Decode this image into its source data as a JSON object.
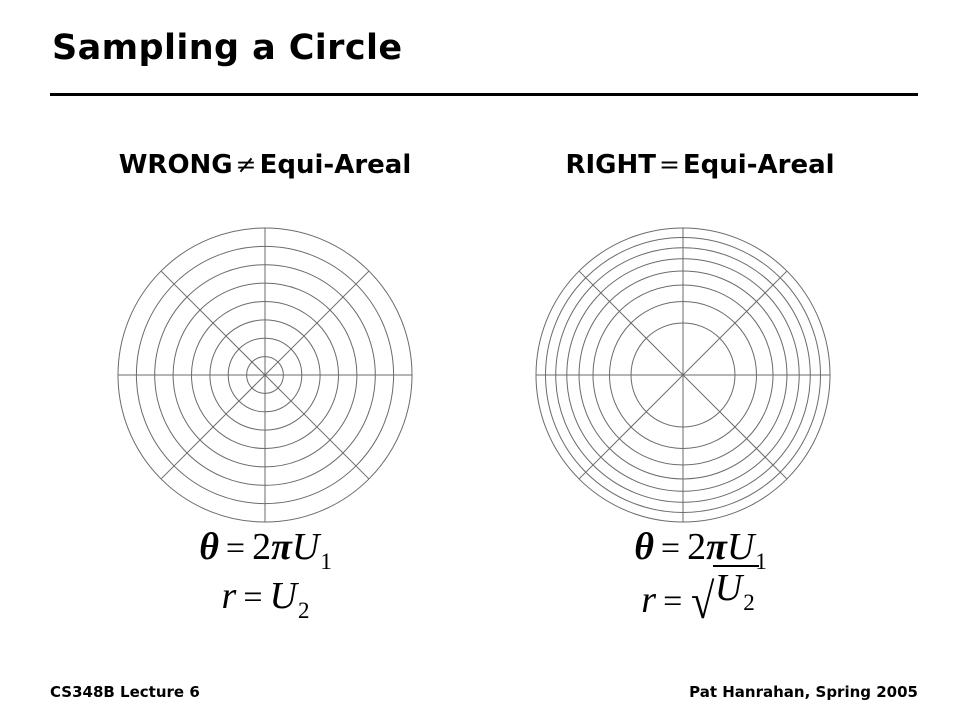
{
  "slide": {
    "title": "Sampling a Circle",
    "background_color": "#ffffff",
    "text_color": "#000000",
    "rule_color": "#000000",
    "diagram_line_color": "#6b6b6b"
  },
  "columns": {
    "left": {
      "heading_prefix": "WRONG",
      "heading_operator": "≠",
      "heading_suffix": "Equi-Areal",
      "formula_theta": {
        "lhs": "θ",
        "eq": "=",
        "coef": "2",
        "pi": "π",
        "var": "U",
        "sub": "1"
      },
      "formula_r": {
        "lhs": "r",
        "eq": "=",
        "var": "U",
        "sub": "2",
        "sqrt": false
      }
    },
    "right": {
      "heading_prefix": "RIGHT",
      "heading_operator": "=",
      "heading_suffix": "Equi-Areal",
      "formula_theta": {
        "lhs": "θ",
        "eq": "=",
        "coef": "2",
        "pi": "π",
        "var": "U",
        "sub": "1"
      },
      "formula_r": {
        "lhs": "r",
        "eq": "=",
        "radical": "√",
        "var": "U",
        "sub": "2",
        "sqrt": true
      }
    }
  },
  "chart_data": [
    {
      "type": "polar-grid",
      "name": "wrong-uniform-radius",
      "title": "WRONG ≠ Equi-Areal",
      "center": [
        160,
        160
      ],
      "outer_radius": 147,
      "ring_count": 8,
      "spoke_count": 8,
      "spoke_angles_deg": [
        0,
        45,
        90,
        135,
        180,
        225,
        270,
        315
      ],
      "radius_rule": "r_i = R * (i / n)",
      "ring_radii": [
        18.4,
        36.8,
        55.1,
        73.5,
        91.9,
        110.3,
        128.6,
        147
      ],
      "line_color": "#6b6b6b",
      "line_width": 1
    },
    {
      "type": "polar-grid",
      "name": "right-sqrt-radius",
      "title": "RIGHT = Equi-Areal",
      "center": [
        160,
        160
      ],
      "outer_radius": 147,
      "ring_count": 8,
      "spoke_count": 8,
      "spoke_angles_deg": [
        0,
        45,
        90,
        135,
        180,
        225,
        270,
        315
      ],
      "radius_rule": "r_i = R * sqrt(i / n)",
      "ring_radii": [
        51.97,
        73.5,
        90.01,
        103.94,
        116.19,
        127.28,
        137.48,
        147
      ],
      "line_color": "#6b6b6b",
      "line_width": 1
    }
  ],
  "footer": {
    "left": "CS348B Lecture 6",
    "right": "Pat Hanrahan, Spring 2005"
  }
}
